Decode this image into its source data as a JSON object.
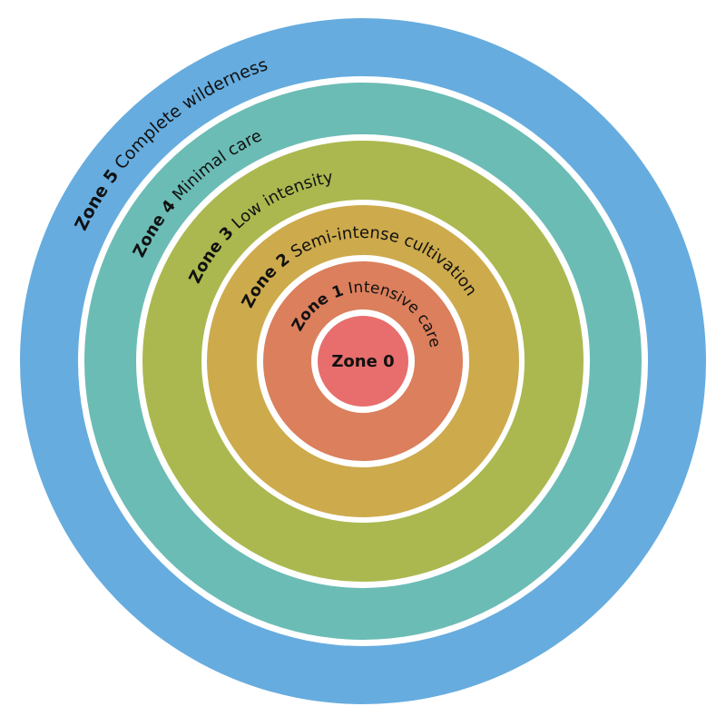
{
  "title": "Permaculture zones",
  "colors": {
    "zone5": "#66acdf",
    "zone4": "#6bbcb5",
    "zone3": "#abb84f",
    "zone2": "#cdaa4c",
    "zone1": "#db7f5c",
    "zone0": "#e76e6d"
  },
  "zones": [
    {
      "name": "Zone 0",
      "description": ""
    },
    {
      "name": "Zone 1",
      "description": " Intensive care"
    },
    {
      "name": "Zone 2",
      "description": " Semi-intense cultivation"
    },
    {
      "name": "Zone 3",
      "description": " Low intensity"
    },
    {
      "name": "Zone 4",
      "description": " Minimal care"
    },
    {
      "name": "Zone 5",
      "description": " Complete wilderness"
    }
  ]
}
